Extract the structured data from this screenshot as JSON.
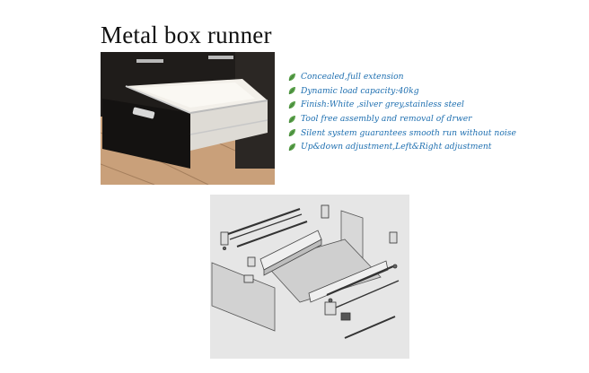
{
  "title": "Metal box runner",
  "features": [
    "Concealed,full extension",
    "Dynamic load capacity:40kg",
    "Finish:White ,silver grey,stainless steel",
    "Tool free assembly and removal of drwer",
    "Silent system guarantees smooth run without noise",
    "Up&down adjustment,Left&Right adjustment"
  ],
  "bullet_icon": "leaf-icon",
  "colors": {
    "feature_text": "#1e6fb0",
    "bullet": "#5aa04a",
    "diagram_bg": "#e6e6e6"
  }
}
